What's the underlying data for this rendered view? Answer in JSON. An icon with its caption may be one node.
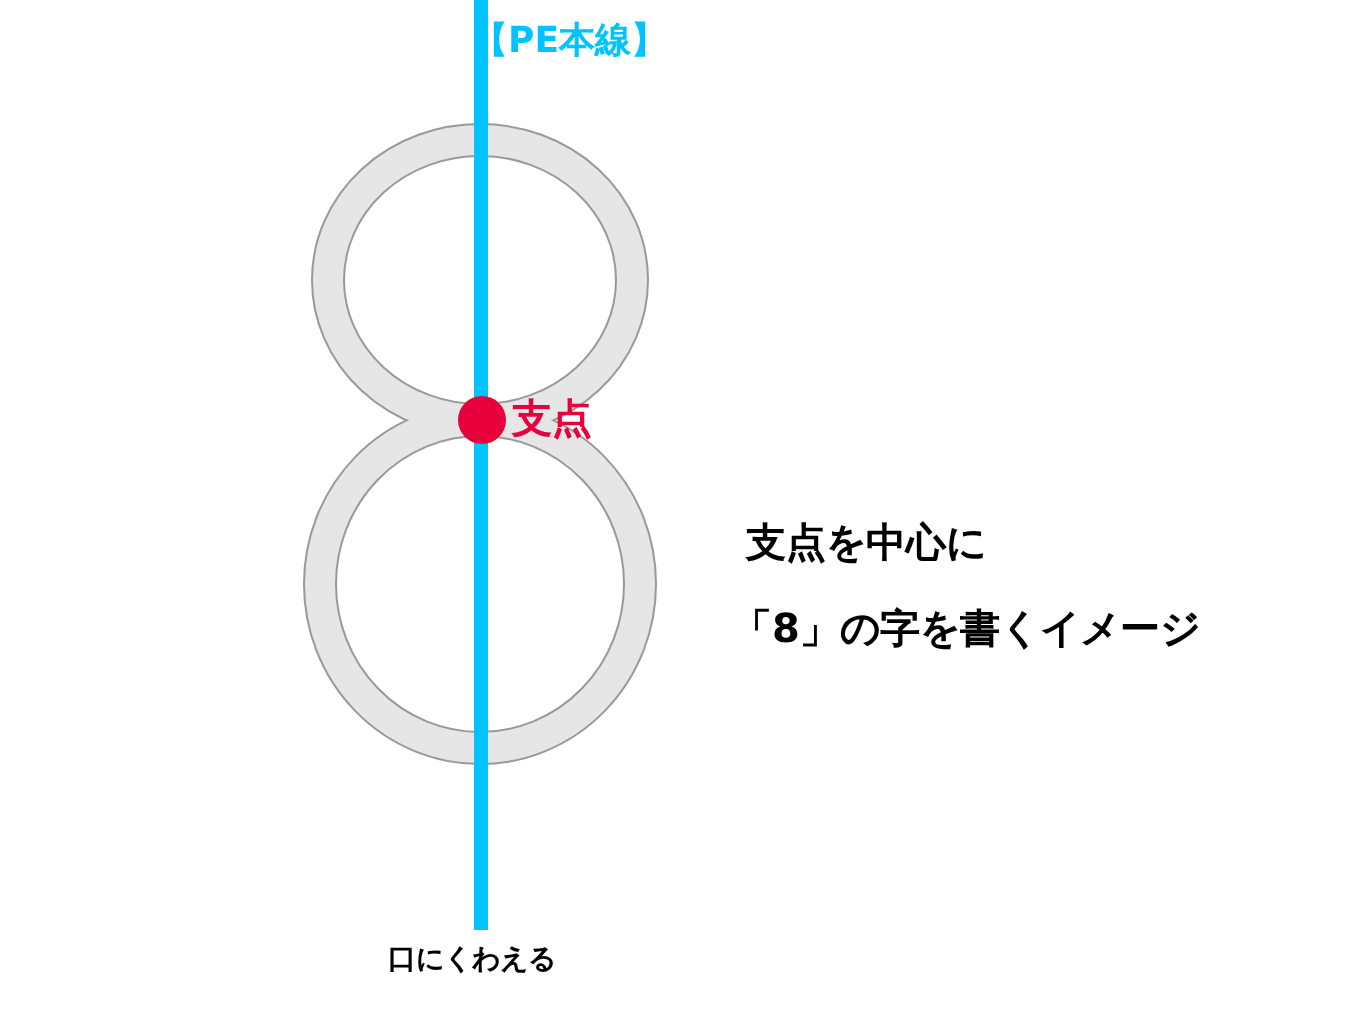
{
  "diagram": {
    "labels": [
      "【PE本線】",
      "支点",
      "支点を中心に",
      "「8」の字を書くイメージ",
      "口にくわえる"
    ]
  }
}
